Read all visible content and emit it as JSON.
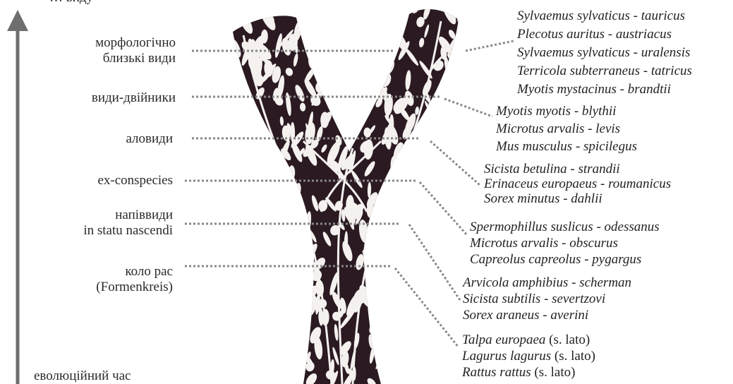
{
  "top_label": "… виду",
  "time_axis_label": "еволюційний час",
  "levels": [
    {
      "id": "morph",
      "lines": [
        "морфологічно",
        "близькі види"
      ]
    },
    {
      "id": "twins",
      "lines": [
        "види-двійники"
      ]
    },
    {
      "id": "allo",
      "lines": [
        "аловиди"
      ]
    },
    {
      "id": "exconsp",
      "lines": [
        "ex-conspecies"
      ]
    },
    {
      "id": "semi",
      "lines": [
        "напіввиди",
        "in statu nascendi"
      ]
    },
    {
      "id": "ring",
      "lines": [
        "коло рас",
        "(Formenkreis)"
      ]
    }
  ],
  "species_groups": [
    {
      "items": [
        {
          "name": "Sylvaemus sylvaticus - tauricus"
        },
        {
          "name": "Plecotus auritus - austriacus"
        },
        {
          "name": "Sylvaemus sylvaticus - uralensis"
        },
        {
          "name": "Terricola subterraneus - tatricus"
        },
        {
          "name": "Myotis mystacinus - brandtii"
        }
      ]
    },
    {
      "items": [
        {
          "name": "Myotis myotis - blythii"
        },
        {
          "name": "Microtus arvalis - levis"
        },
        {
          "name": "Mus musculus - spicilegus"
        }
      ]
    },
    {
      "items": [
        {
          "name": "Sicista betulina - strandii"
        },
        {
          "name": "Erinaceus europaeus - roumanicus"
        },
        {
          "name": "Sorex minutus - dahlii"
        }
      ]
    },
    {
      "items": [
        {
          "name": "Spermophillus suslicus - odessanus"
        },
        {
          "name": "Microtus arvalis - obscurus"
        },
        {
          "name": "Capreolus capreolus - pygargus"
        }
      ]
    },
    {
      "items": [
        {
          "name": "Arvicola amphibius - scherman"
        },
        {
          "name": "Sicista subtilis - severtzovi"
        },
        {
          "name": "Sorex araneus - averini"
        }
      ]
    },
    {
      "items": [
        {
          "name": "Talpa europaea",
          "note": "(s. lato)"
        },
        {
          "name": "Lagurus lagurus",
          "note": "(s. lato)"
        },
        {
          "name": "Rattus rattus",
          "note": "(s. lato)"
        }
      ]
    }
  ],
  "colors": {
    "tree": "#2b1a22",
    "dots": "#888888",
    "arrow": "#6e6e6e",
    "text": "#222222"
  }
}
